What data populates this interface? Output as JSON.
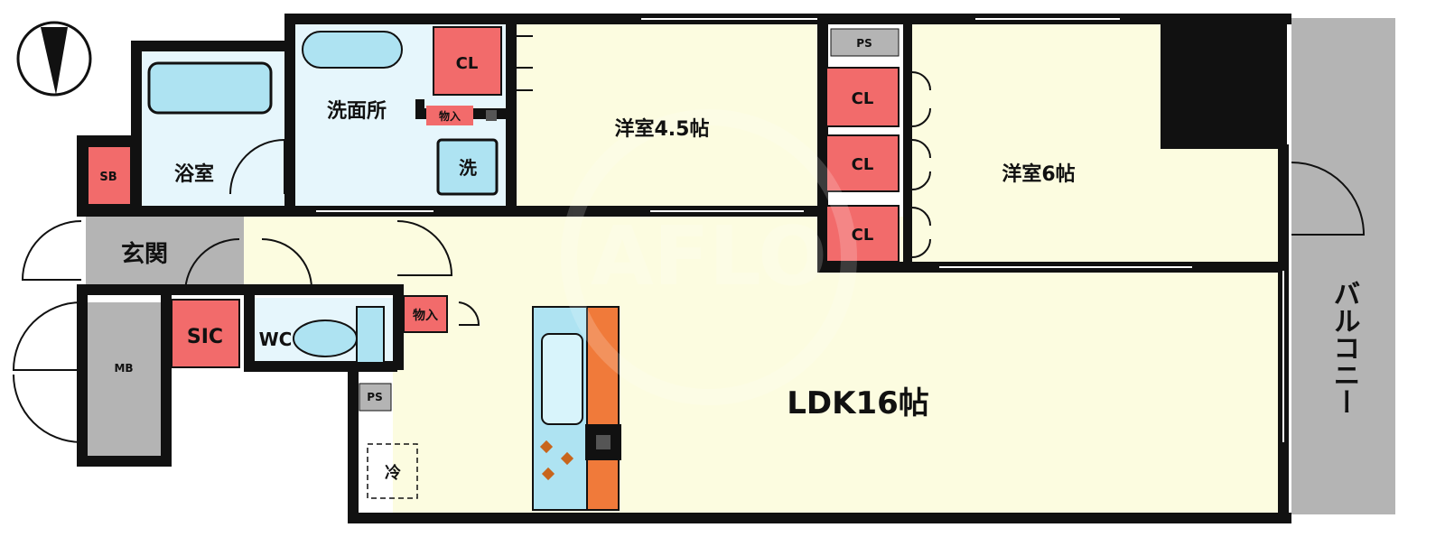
{
  "rooms": {
    "yoshitsu_45": "洋室4.5帖",
    "yoshitsu_6": "洋室6帖",
    "ldk": "LDK16帖",
    "bathroom": "浴室",
    "washroom": "洗面所",
    "washer": "洗",
    "genkan": "玄関",
    "balcony": "バルコニー",
    "wc": "WC",
    "fridge": "冷"
  },
  "storage": {
    "cl_1": "CL",
    "cl_2": "CL",
    "cl_3": "CL",
    "cl_4": "CL",
    "sic": "SIC",
    "sb": "SB",
    "mb": "MB",
    "ps_1": "PS",
    "ps_2": "PS",
    "monoire_1": "物入",
    "monoire_2": "物入"
  },
  "watermark": "AFLO",
  "colors": {
    "wall": "#111111",
    "room_floor": "#fcfce0",
    "wet_area": "#e6f6fc",
    "fixture_blue": "#aee3f2",
    "closet": "#f26b6b",
    "gray_area": "#b4b4b4",
    "kitchen_orange": "#f07a3a"
  }
}
